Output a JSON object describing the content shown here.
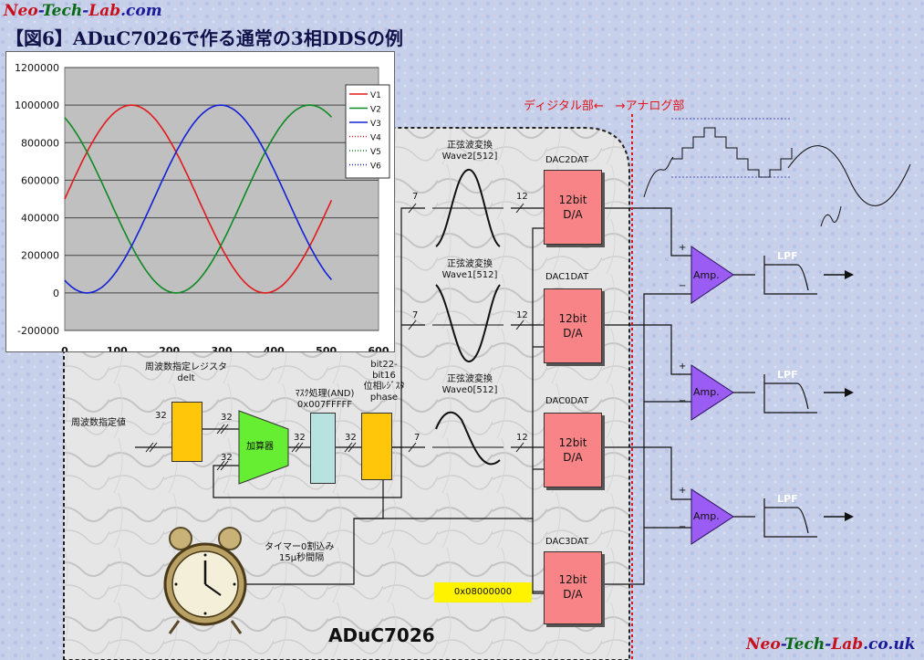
{
  "logo_top": {
    "neo": "Neo",
    "tech": "Tech",
    "lab": "Lab",
    "suffix": ".com"
  },
  "logo_bottom": {
    "neo": "Neo",
    "tech": "Tech",
    "lab": "Lab",
    "suffix": ".co.uk"
  },
  "title": "【図6】ADuC7026で作る通常の3相DDSの例",
  "digital_analog_label": "ディジタル部←　→アナログ部",
  "chip_name": "ADuC7026",
  "input_label": "周波数指定値",
  "freq_register": {
    "label1": "周波数指定レジスタ",
    "label2": "delt"
  },
  "adder_label": "加算器",
  "mask_label": {
    "line1": "ﾏｽｸ処理(AND)",
    "line2": "0x007FFFFF"
  },
  "phase_register": {
    "line1": "bit22-",
    "line2": "bit16",
    "line3": "位相ﾚｼﾞｽﾀ",
    "line4": "phase"
  },
  "timer_label": {
    "line1": "タイマー0割込み",
    "line2": "15μ秒間隔"
  },
  "bus_widths": {
    "b32": "32",
    "b7": "7",
    "b12": "12"
  },
  "sine_tables": [
    {
      "name": "正弦波変換",
      "sub": "Wave2[512]"
    },
    {
      "name": "正弦波変換",
      "sub": "Wave1[512]"
    },
    {
      "name": "正弦波変換",
      "sub": "Wave0[512]"
    }
  ],
  "dacs": [
    {
      "name": "DAC2DAT",
      "line1": "12bit",
      "line2": "D/A"
    },
    {
      "name": "DAC1DAT",
      "line1": "12bit",
      "line2": "D/A"
    },
    {
      "name": "DAC0DAT",
      "line1": "12bit",
      "line2": "D/A"
    },
    {
      "name": "DAC3DAT",
      "line1": "12bit",
      "line2": "D/A"
    }
  ],
  "offset_constant": "0x08000000",
  "amp_label": "Amp.",
  "lpf_label": "LPF",
  "amp_plus": "+",
  "amp_minus": "−",
  "colors": {
    "yellow_register": "#ffc60a",
    "adder": "#66ee33",
    "mask": "#b8e2e0",
    "sine_table": "#cbe82a",
    "dac": "#f98488",
    "amp_lpf": "#9b5cf4",
    "divider": "#e1151a",
    "constant": "#fff300"
  },
  "chart_data": {
    "type": "line",
    "title": "",
    "xlabel": "",
    "ylabel": "",
    "xlim": [
      0,
      600
    ],
    "ylim": [
      -200000,
      1200000
    ],
    "x_ticks": [
      "0",
      "100",
      "200",
      "300",
      "400",
      "500",
      "600"
    ],
    "y_ticks": [
      "1200000",
      "1000000",
      "800000",
      "600000",
      "400000",
      "200000",
      "0",
      "-200000"
    ],
    "grid": true,
    "legend_position": "right",
    "x_max_data": 511,
    "series": [
      {
        "name": "V1",
        "color": "#e3191c",
        "style": "solid",
        "amplitude": 500000,
        "offset": 500000,
        "phase_deg": 0
      },
      {
        "name": "V2",
        "color": "#0e8a22",
        "style": "solid",
        "amplitude": 500000,
        "offset": 500000,
        "phase_deg": 120
      },
      {
        "name": "V3",
        "color": "#1320d8",
        "style": "solid",
        "amplitude": 500000,
        "offset": 500000,
        "phase_deg": 240
      },
      {
        "name": "V4",
        "color": "#e3191c",
        "style": "dotted",
        "amplitude": 500000,
        "offset": 500000,
        "phase_deg": 0
      },
      {
        "name": "V5",
        "color": "#0e8a22",
        "style": "dotted",
        "amplitude": 500000,
        "offset": 500000,
        "phase_deg": 120
      },
      {
        "name": "V6",
        "color": "#1320d8",
        "style": "dotted",
        "amplitude": 500000,
        "offset": 500000,
        "phase_deg": 240
      }
    ]
  }
}
